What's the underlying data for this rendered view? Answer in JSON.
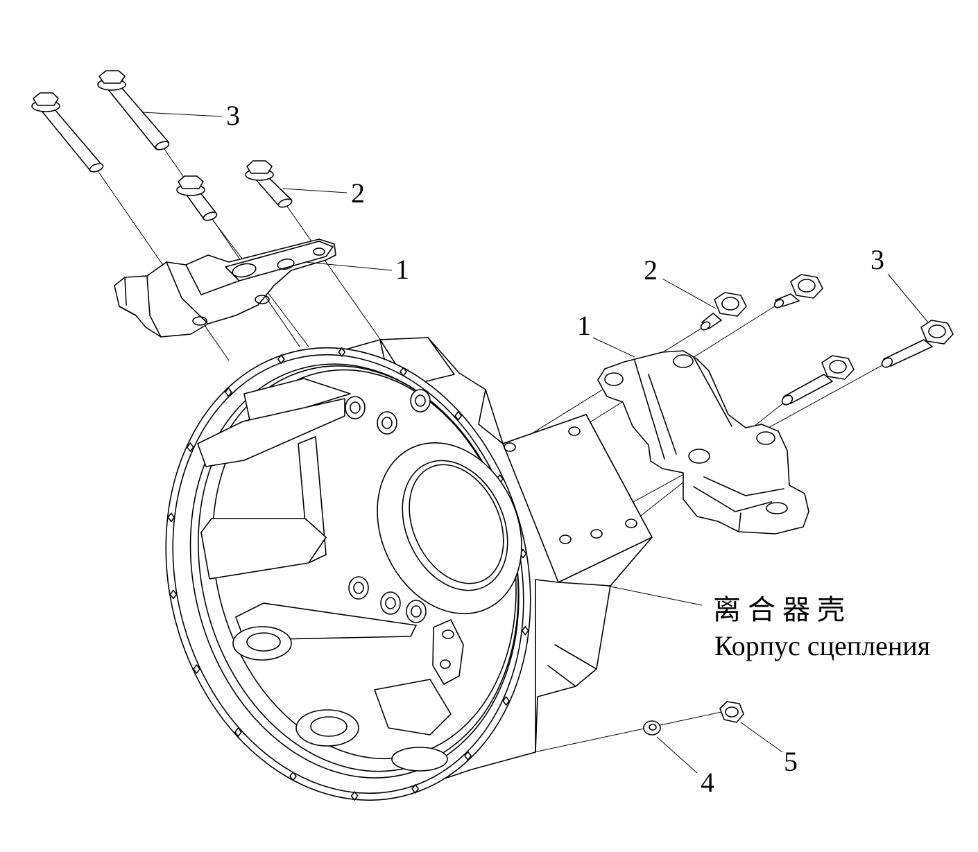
{
  "callouts": {
    "left_long_bolt": "3",
    "left_short_bolt": "2",
    "left_bracket": "1",
    "right_short_bolt": "2",
    "right_bracket": "1",
    "right_long_bolt": "3",
    "washer": "4",
    "nut": "5"
  },
  "title": {
    "zh": "离 合 器 壳",
    "ru": "Корпус сцепления"
  }
}
